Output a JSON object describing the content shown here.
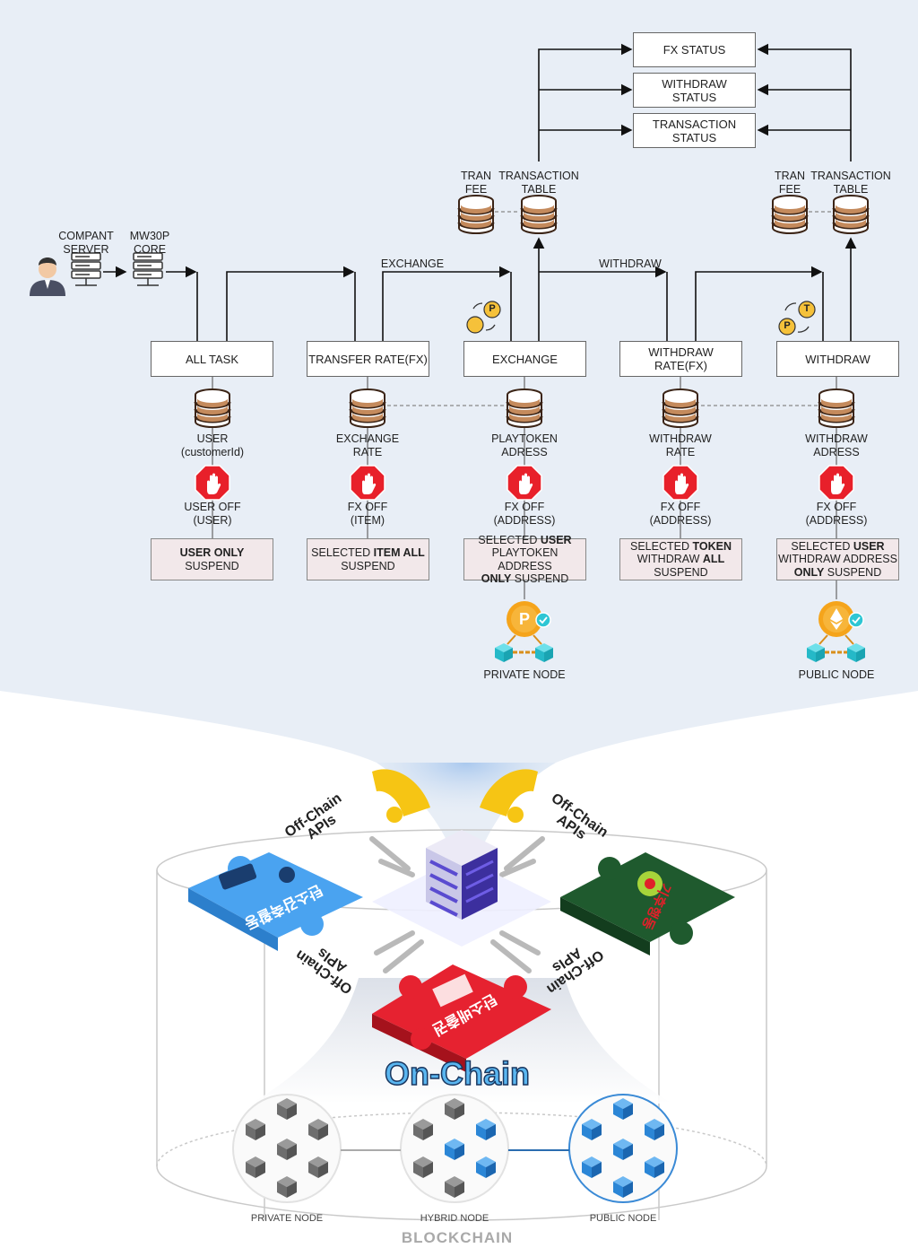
{
  "status_boxes": [
    "FX STATUS",
    "WITHDRAW\nSTATUS",
    "TRANSACTION\nSTATUS"
  ],
  "db_labels_top": [
    {
      "name": "tran-fee-left",
      "text": "TRAN\nFEE"
    },
    {
      "name": "transaction-table-left",
      "text": "TRANSACTION\nTABLE"
    },
    {
      "name": "tran-fee-right",
      "text": "TRAN\nFEE"
    },
    {
      "name": "transaction-table-right",
      "text": "TRANSACTION\nTABLE"
    }
  ],
  "servers": [
    {
      "name": "company-server",
      "text": "COMPANT\nSERVER"
    },
    {
      "name": "mw30p-core",
      "text": "MW30P\nCORE"
    }
  ],
  "flow_labels": {
    "exchange": "EXCHANGE",
    "withdraw": "WITHDRAW"
  },
  "process_boxes": [
    "ALL TASK",
    "TRANSFER RATE(FX)",
    "EXCHANGE",
    "WITHDRAW RATE(FX)",
    "WITHDRAW"
  ],
  "db_labels": [
    "USER\n(customerId)",
    "EXCHANGE\nRATE",
    "PLAYTOKEN\nADRESS",
    "WITHDRAW\nRATE",
    "WITHDRAW\nADRESS"
  ],
  "stop_labels": [
    "USER OFF\n(USER)",
    "FX OFF\n(ITEM)",
    "FX OFF\n(ADDRESS)",
    "FX OFF\n(ADDRESS)",
    "FX OFF\n(ADDRESS)"
  ],
  "suspend_boxes": [
    [
      {
        "t": "USER ONLY",
        "b": true
      },
      {
        "t": "SUSPEND",
        "b": false
      }
    ],
    [
      {
        "t": "SELECTED ",
        "b": false
      },
      {
        "t": "ITEM ALL",
        "b": true
      },
      {
        "t": "SUSPEND",
        "b": false
      }
    ],
    [
      {
        "t": "SELECTED ",
        "b": false
      },
      {
        "t": "USER",
        "b": true
      },
      {
        "t": "PLAYTOKEN ADDRESS",
        "b": false
      },
      {
        "t": "ONLY",
        "b": true
      },
      {
        "t": " SUSPEND",
        "b": false
      }
    ],
    [
      {
        "t": "SELECTED ",
        "b": false
      },
      {
        "t": "TOKEN",
        "b": true
      },
      {
        "t": "WITHDRAW ",
        "b": false
      },
      {
        "t": "ALL",
        "b": true
      },
      {
        "t": "SUSPEND",
        "b": false
      }
    ],
    [
      {
        "t": "SELECTED ",
        "b": false
      },
      {
        "t": "USER",
        "b": true
      },
      {
        "t": "WITHDRAW ADDRESS",
        "b": false
      },
      {
        "t": "ONLY",
        "b": true
      },
      {
        "t": " SUSPEND",
        "b": false
      }
    ]
  ],
  "nodes_top": {
    "private": "PRIVATE NODE",
    "public": "PUBLIC NODE"
  },
  "token_glyphs": {
    "playtoken": "P",
    "transfer": "T"
  },
  "puzzle_labels": {
    "left": "탄소감축활동",
    "right": "기후행동",
    "bottom": "탄소배출권"
  },
  "api_labels": {
    "top_left": "Off-Chain\nAPIs",
    "top_right": "Off-Chain\nAPIs",
    "bottom_left": "Off-Chain\nAPIs",
    "bottom_right": "Off-Chain\nAPIs"
  },
  "on_chain": "On-Chain",
  "blockchain_nodes": [
    "PRIVATE NODE",
    "HYBRID NODE",
    "PUBLIC NODE"
  ],
  "blockchain_label": "BLOCKCHAIN",
  "colors": {
    "top_bg": "#e8eef6",
    "suspend_bg": "#f2e8ea",
    "stop_red": "#e8202a",
    "db_brown": "#7a4a2a",
    "coin_orange": "#f5a41b",
    "node_cyan": "#2ec6d4",
    "puzzle_blue": "#4aa3f0",
    "puzzle_green": "#1f5a2e",
    "puzzle_red": "#e62230",
    "puzzle_yellow": "#f6c514",
    "on_chain_blue": "#5ab6f0"
  }
}
